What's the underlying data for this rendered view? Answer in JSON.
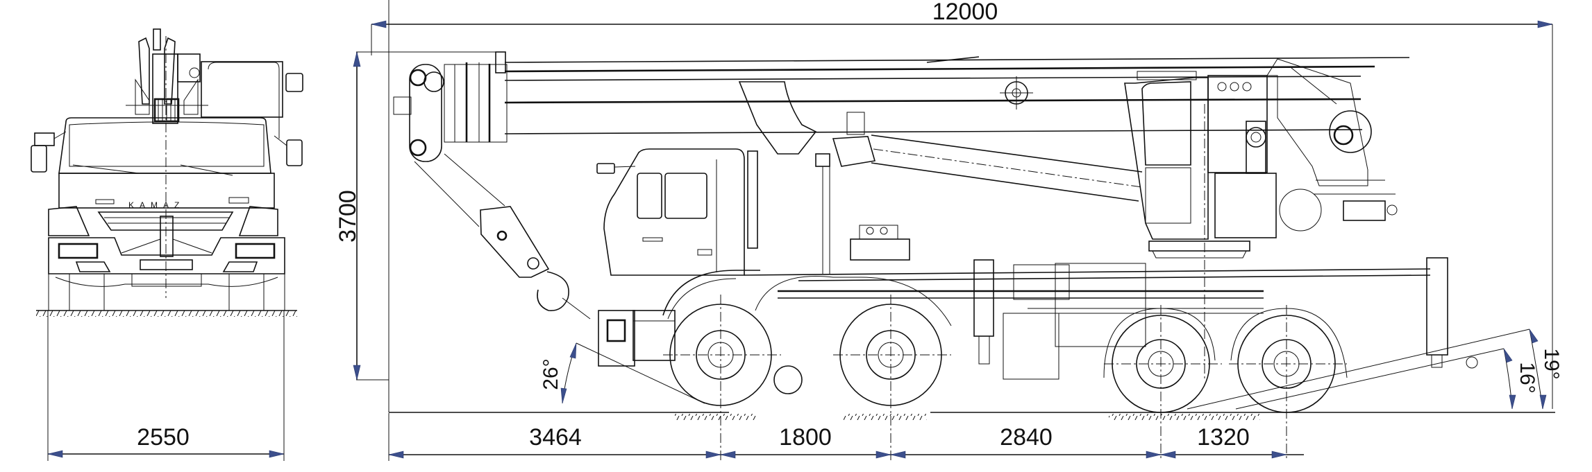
{
  "drawing": {
    "subject": "Truck crane on KAMAZ 8x4 chassis — front and side views",
    "front_view": {
      "grille_badge": "KAMAZ",
      "dimensions": {
        "overall_width": "2550"
      }
    },
    "side_view": {
      "dimensions": {
        "overall_length": "12000",
        "overall_height": "3700",
        "front_overhang": "3464",
        "wheelbase_1_2": "1800",
        "wheelbase_2_3": "2840",
        "wheelbase_3_4": "1320"
      },
      "angles": {
        "approach_angle": "26°",
        "departure_angle_1": "16°",
        "departure_angle_2": "19°"
      }
    },
    "colors": {
      "line": "#111111",
      "arrowhead": "#3c4f8c",
      "background": "#ffffff"
    }
  }
}
